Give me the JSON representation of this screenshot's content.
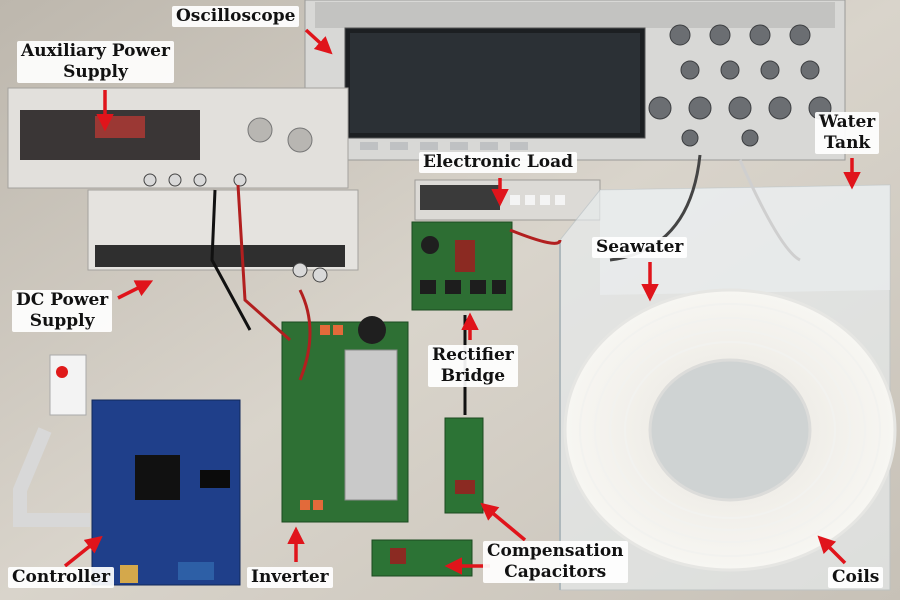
{
  "labels": {
    "oscilloscope": "Oscilloscope",
    "aux_power_line1": "Auxiliary Power",
    "aux_power_line2": "Supply",
    "electronic_load": "Electronic Load",
    "water_line1": "Water",
    "water_line2": "Tank",
    "seawater": "Seawater",
    "dc_power_line1": "DC Power",
    "dc_power_line2": "Supply",
    "rectifier_line1": "Rectifier",
    "rectifier_line2": "Bridge",
    "controller": "Controller",
    "inverter": "Inverter",
    "compensation_line1": "Compensation",
    "compensation_line2": "Capacitors",
    "coils": "Coils"
  },
  "colors": {
    "arrow": "#e0141b",
    "label_text": "#111111"
  }
}
